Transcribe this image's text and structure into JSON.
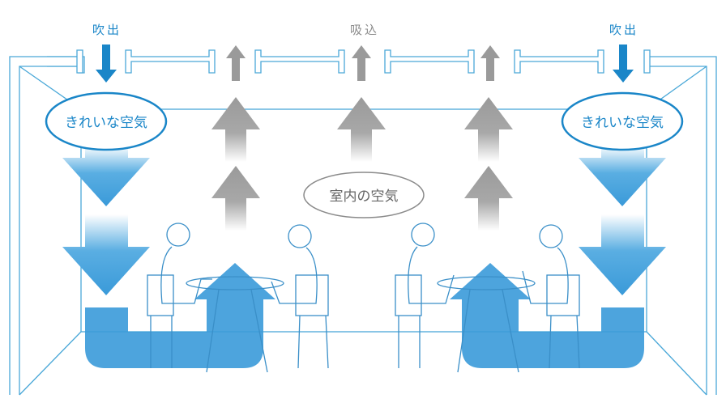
{
  "labels": {
    "outlet_left": "吹出",
    "intake": "吸込",
    "outlet_right": "吹出",
    "clean_air_left": "きれいな空気",
    "clean_air_right": "きれいな空気",
    "room_air": "室内の空気"
  },
  "colors": {
    "blue": "#3a9ad9",
    "dark_blue": "#1a86c8",
    "gray": "#9a9a9a",
    "line": "#4aa8d8"
  }
}
